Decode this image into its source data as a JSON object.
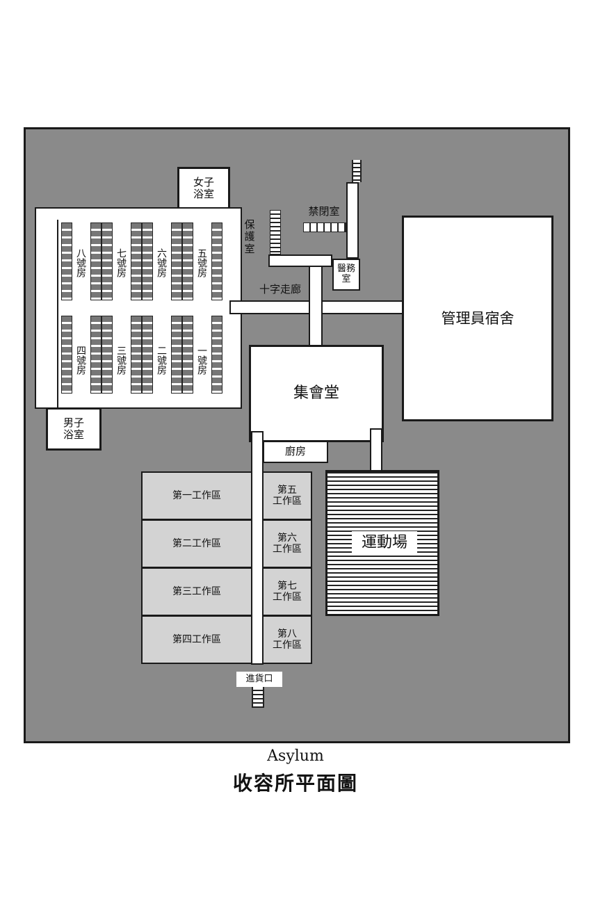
{
  "rooms": {
    "women_bath": "女子\n浴室",
    "men_bath": "男子\n浴室",
    "protection_room": "保\n護\n室",
    "confinement_room": "禁閉室",
    "medical_room": "醫務\n室",
    "cross_corridor": "十字走廊",
    "staff_dorm": "管理員宿舍",
    "assembly_hall": "集會堂",
    "kitchen": "廚房",
    "sports_field": "運動場",
    "loading_entrance": "進貨口"
  },
  "cells_top": [
    "八號房",
    "七號房",
    "六號房",
    "五號房"
  ],
  "cells_bottom": [
    "四號房",
    "三號房",
    "二號房",
    "一號房"
  ],
  "work_left": [
    "第一工作區",
    "第二工作區",
    "第三工作區",
    "第四工作區"
  ],
  "work_right": [
    "第五\n工作區",
    "第六\n工作區",
    "第七\n工作區",
    "第八\n工作區"
  ],
  "caption": {
    "english": "Asylum",
    "chinese": "收容所平面圖"
  },
  "colors": {
    "ground": "#8a8a8a",
    "workshop": "#d3d3d3",
    "wall": "#1a1a1a"
  }
}
